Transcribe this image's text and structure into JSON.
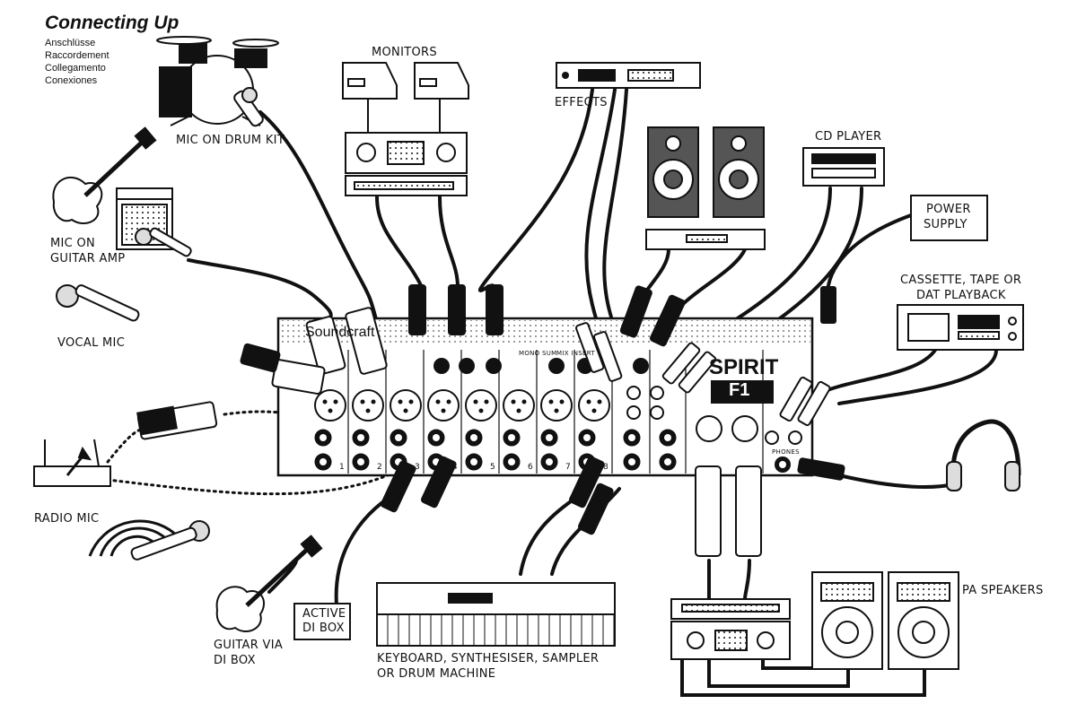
{
  "title": "Connecting Up",
  "subtitles": [
    "Anschlüsse",
    "Raccordement",
    "Collegamento",
    "Conexiones"
  ],
  "labels": {
    "mic_on_drum_kit": "MIC ON DRUM KIT",
    "monitors": "MONITORS",
    "effects": "EFFECTS",
    "cd_player": "CD PLAYER",
    "power_supply_1": "POWER",
    "power_supply_2": "SUPPLY",
    "cassette_1": "CASSETTE, TAPE OR",
    "cassette_2": "DAT PLAYBACK",
    "mic_on_guitar_amp_1": "MIC ON",
    "mic_on_guitar_amp_2": "GUITAR AMP",
    "vocal_mic": "VOCAL MIC",
    "radio_mic": "RADIO MIC",
    "guitar_via_di_1": "GUITAR VIA",
    "guitar_via_di_2": "DI BOX",
    "active_di_1": "ACTIVE",
    "active_di_2": "DI BOX",
    "keyboard_1": "KEYBOARD, SYNTHESISER, SAMPLER",
    "keyboard_2": "OR DRUM MACHINE",
    "pa_speakers": "PA SPEAKERS",
    "phones": "PHONES"
  },
  "mixer": {
    "brand": "Soundcraft",
    "model_1": "SPIRIT",
    "model_2": "F1",
    "channels": [
      "1",
      "2",
      "3",
      "4",
      "5",
      "6",
      "7",
      "8"
    ],
    "mono_sum": "MONO SUM",
    "mix_insert": "MIX INSERT"
  },
  "colors": {
    "ink": "#111111",
    "paper": "#ffffff",
    "shade": "#555555"
  }
}
